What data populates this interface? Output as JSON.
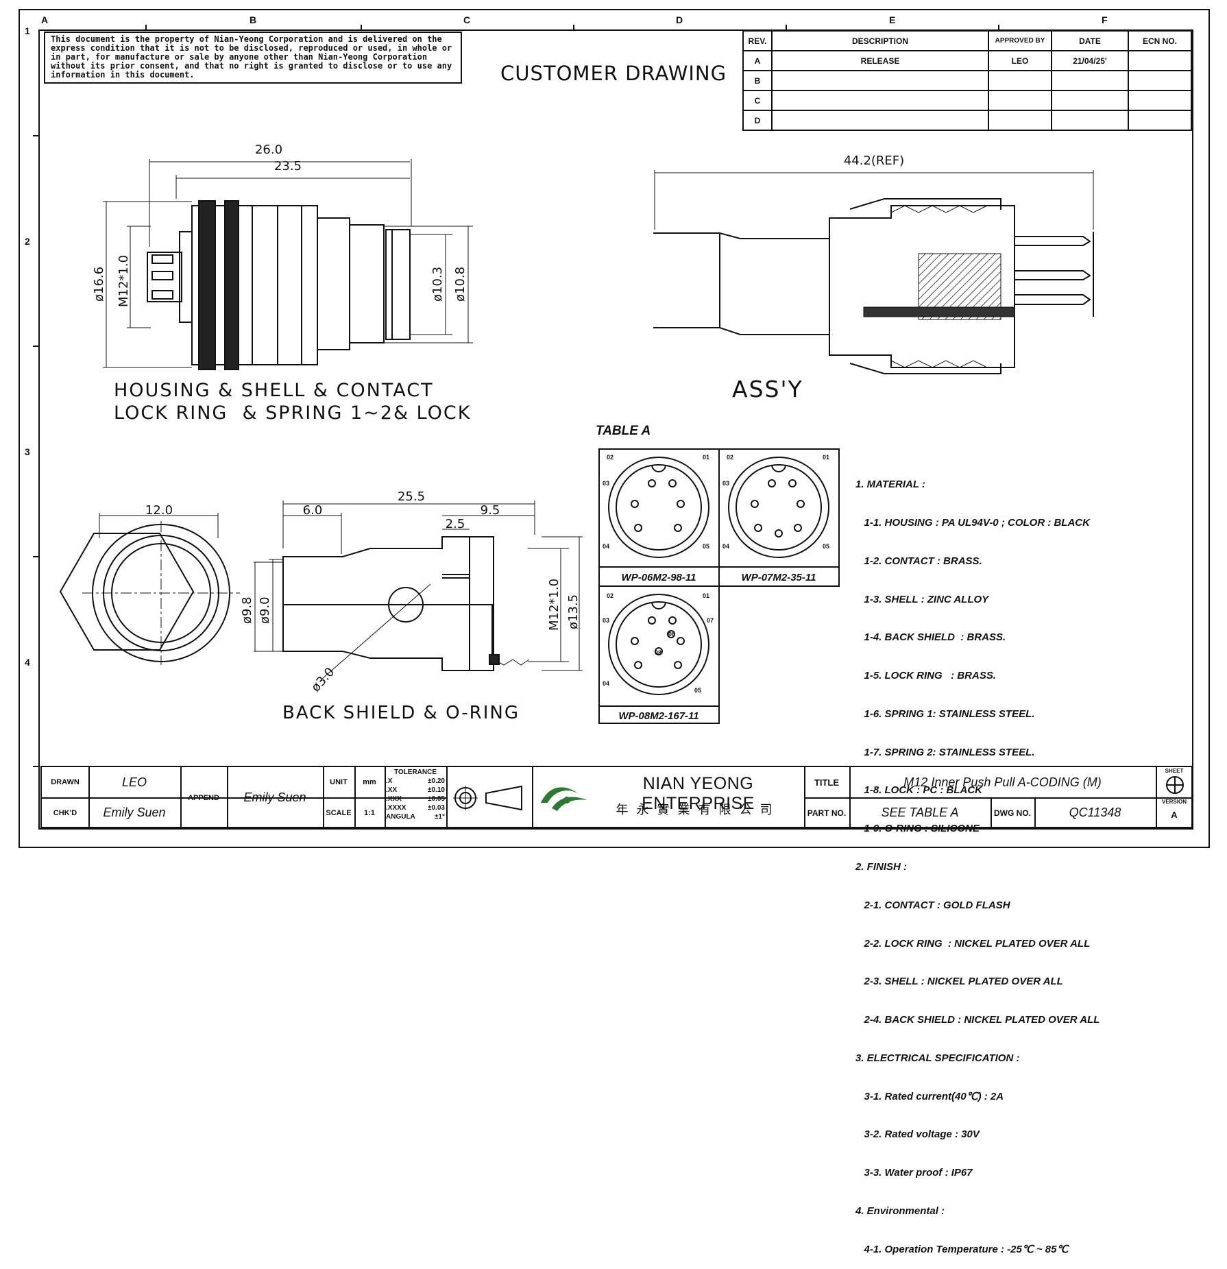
{
  "notice": "This document is the property of Nian-Yeong Corporation and is delivered on the express condition that it is not to be disclosed, reproduced or used, in whole or in part, for manufacture or sale by anyone other than Nian-Yeong Corporation without its prior consent, and that no right is granted to disclose or to use any information in this document.",
  "drawing_type": "CUSTOMER DRAWING",
  "grid": {
    "columns": [
      "A",
      "B",
      "C",
      "D",
      "E",
      "F"
    ],
    "rows": [
      "1",
      "2",
      "3",
      "4"
    ]
  },
  "revision_table": {
    "headers": [
      "REV.",
      "DESCRIPTION",
      "APPROVED BY",
      "DATE",
      "ECN NO."
    ],
    "rows": [
      {
        "rev": "A",
        "description": "RELEASE",
        "approved_by": "LEO",
        "date": "21/04/25'",
        "ecn": ""
      },
      {
        "rev": "B",
        "description": "",
        "approved_by": "",
        "date": "",
        "ecn": ""
      },
      {
        "rev": "C",
        "description": "",
        "approved_by": "",
        "date": "",
        "ecn": ""
      },
      {
        "rev": "D",
        "description": "",
        "approved_by": "",
        "date": "",
        "ecn": ""
      }
    ]
  },
  "views": {
    "housing": {
      "label_line1": "HOUSING & SHELL & CONTACT",
      "label_line2": "LOCK RING  & SPRING 1~2& LOCK",
      "dims": [
        "26.0",
        "23.5",
        "ø16.6",
        "M12*1.0",
        "ø10.3",
        "ø10.8"
      ]
    },
    "assembly": {
      "label": "ASS'Y",
      "dims": [
        "44.2(REF)"
      ]
    },
    "back_shield": {
      "label": "BACK SHIELD & O-RING",
      "dims": [
        "12.0",
        "25.5",
        "6.0",
        "9.5",
        "2.5",
        "ø9.8",
        "ø9.0",
        "M12*1.0",
        "ø13.5",
        "ø3.0"
      ]
    }
  },
  "table_a": {
    "title": "TABLE A",
    "cells": [
      {
        "part": "WP-06M2-98-11",
        "pins": [
          "01",
          "02",
          "03",
          "04",
          "05"
        ]
      },
      {
        "part": "WP-07M2-35-11",
        "pins": [
          "01",
          "02",
          "03",
          "04",
          "05"
        ]
      },
      {
        "part": "WP-08M2-167-11",
        "pins": [
          "01",
          "02",
          "03",
          "04",
          "05",
          "06",
          "07",
          "08"
        ]
      }
    ]
  },
  "specs": [
    "1. MATERIAL :",
    "   1-1. HOUSING : PA UL94V-0 ; COLOR : BLACK",
    "   1-2. CONTACT : BRASS.",
    "   1-3. SHELL : ZINC ALLOY",
    "   1-4. BACK SHIELD  : BRASS.",
    "   1-5. LOCK RING   : BRASS.",
    "   1-6. SPRING 1: STAINLESS STEEL.",
    "   1-7. SPRING 2: STAINLESS STEEL.",
    "   1-8. LOCK : PC : BLACK",
    "   1-9. O-RING : SILICONE",
    "2. FINISH :",
    "   2-1. CONTACT : GOLD FLASH",
    "   2-2. LOCK RING  : NICKEL PLATED OVER ALL",
    "   2-3. SHELL : NICKEL PLATED OVER ALL",
    "   2-4. BACK SHIELD : NICKEL PLATED OVER ALL",
    "3. ELECTRICAL SPECIFICATION :",
    "   3-1. Rated current(40℃) : 2A",
    "   3-2. Rated voltage : 30V",
    "   3-3. Water proof : IP67",
    "4. Environmental :",
    "   4-1. Operation Temperature : -25℃ ~ 85℃"
  ],
  "title_block": {
    "drawn_label": "DRAWN",
    "drawn_value": "LEO",
    "chkd_label": "CHK'D",
    "chkd_value": "Emily Suen",
    "append_label": "APPEND",
    "append_value": "Emily Suen",
    "unit_label": "UNIT",
    "unit_value": "mm",
    "scale_label": "SCALE",
    "scale_value": "1:1",
    "tolerance_title": "TOLERANCE",
    "tolerances": [
      {
        "k": ".X",
        "v": "±0.20"
      },
      {
        "k": ".XX",
        "v": "±0.10"
      },
      {
        "k": ".XXX",
        "v": "±0.05"
      },
      {
        "k": ".XXXX",
        "v": "±0.03"
      },
      {
        "k": "ANGULA",
        "v": "±1°"
      }
    ],
    "company_en": "NIAN YEONG ENTERPRISE",
    "company_zh": "年永實業有限公司",
    "title_label": "TITLE",
    "title_value": "M12 Inner Push Pull A-CODING (M)",
    "partno_label": "PART NO.",
    "partno_value": "SEE TABLE A",
    "dwgno_label": "DWG NO.",
    "dwgno_value": "QC11348",
    "sheet_label": "SHEET",
    "version_label": "VERSION",
    "version_value": "A"
  }
}
